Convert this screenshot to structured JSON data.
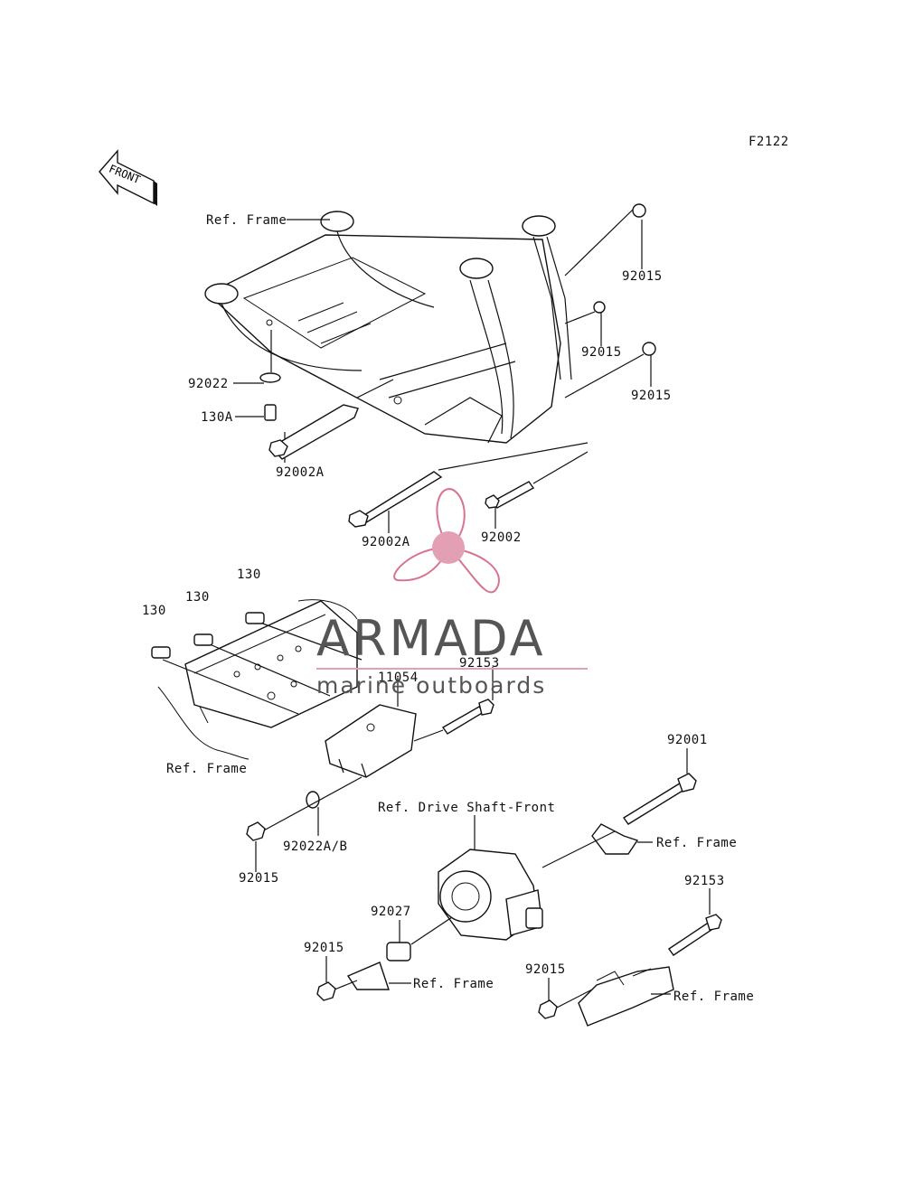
{
  "figure_code": "F2122",
  "front_arrow": "FRONT",
  "labels": {
    "ref_frame_top": "Ref. Frame",
    "p92015_a": "92015",
    "p92015_b": "92015",
    "p92015_c": "92015",
    "p92022": "92022",
    "p130a": "130A",
    "p92002a_top": "92002A",
    "p92002a_mid": "92002A",
    "p92002": "92002",
    "p130_a": "130",
    "p130_b": "130",
    "p130_c": "130",
    "p92153_top": "92153",
    "p11054": "11054",
    "ref_frame_left": "Ref. Frame",
    "p92001": "92001",
    "ref_drive_shaft": "Ref. Drive Shaft-Front",
    "ref_frame_right_a": "Ref. Frame",
    "p92015_left": "92015",
    "p92022ab": "92022A/B",
    "p92153_bottom": "92153",
    "p92027": "92027",
    "p92015_bl": "92015",
    "ref_frame_bottom": "Ref. Frame",
    "p92015_br": "92015",
    "ref_frame_br": "Ref. Frame"
  },
  "watermark": {
    "brand": "ARMADA",
    "tagline": "marine outboards",
    "logo_color": "#d9748f"
  }
}
